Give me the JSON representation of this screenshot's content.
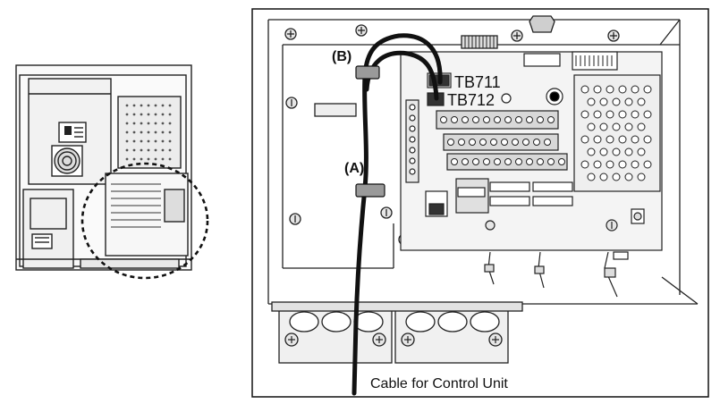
{
  "labels": {
    "label_b": "(B)",
    "label_a": "(A)",
    "tb711": "TB711",
    "tb712": "TB712",
    "caption": "Cable for Control Unit"
  },
  "colors": {
    "line": "#222222",
    "cable": "#111111",
    "panel_fill": "#f4f4f4",
    "clamp_fill": "#9a9a9a",
    "screw_fill": "#e6e6e6"
  }
}
